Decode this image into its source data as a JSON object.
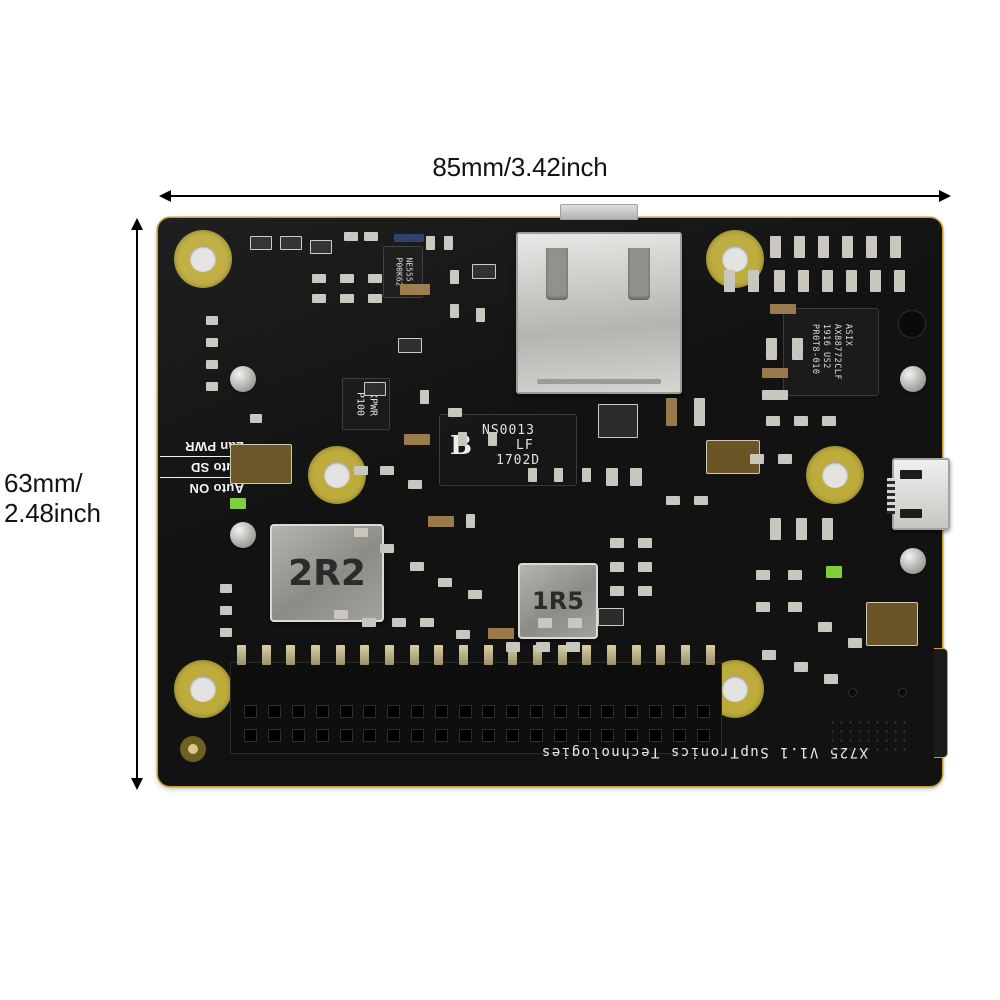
{
  "page": {
    "background_color": "#ffffff",
    "subject": "Raspberry Pi X725 expansion board - dimension diagram"
  },
  "dimensions": {
    "width_label": "85mm/3.42inch",
    "height_label": "63mm/\n2.48inch",
    "arrow_color": "#000000"
  },
  "board": {
    "pcb_color": "#121212",
    "edge_color": "#c8a12a",
    "silkscreen_bottom": "X725 V1.1  SupTronics Technologies",
    "silkscreen_left": [
      {
        "label": "Lan PWR"
      },
      {
        "label": "Auto SD"
      },
      {
        "label": "Auto ON"
      }
    ]
  },
  "components": {
    "main_ic": {
      "name": "NS0013",
      "line1": "NS0013",
      "line2": "LF",
      "line3": "1702D",
      "logo": "B"
    },
    "ethernet_ic": {
      "name": "asix-ax88772clf",
      "text": "ASIX\nAX88772CLF\n1916    US2\nPR0T8-010"
    },
    "power_ic": {
      "name": "xpwr",
      "text": "XPWR\nP100"
    },
    "timer_ic": {
      "name": "ne555",
      "text": "NE555\nP00K62"
    },
    "inductor_large": {
      "label": "2R2"
    },
    "inductor_small": {
      "label": "1R5"
    },
    "connectors": {
      "usb_a": "USB-A stacked port",
      "micro_usb": "Micro USB port",
      "gpio_header": "40-pin GPIO header (2x20)"
    },
    "mount_holes": 4
  },
  "colors": {
    "pcb": "#121212",
    "pad_gold": "#bdac3c",
    "metal": "#c9c9c6",
    "silk_white": "#f2f2f2",
    "inductor_gray": "#a3a19b"
  }
}
